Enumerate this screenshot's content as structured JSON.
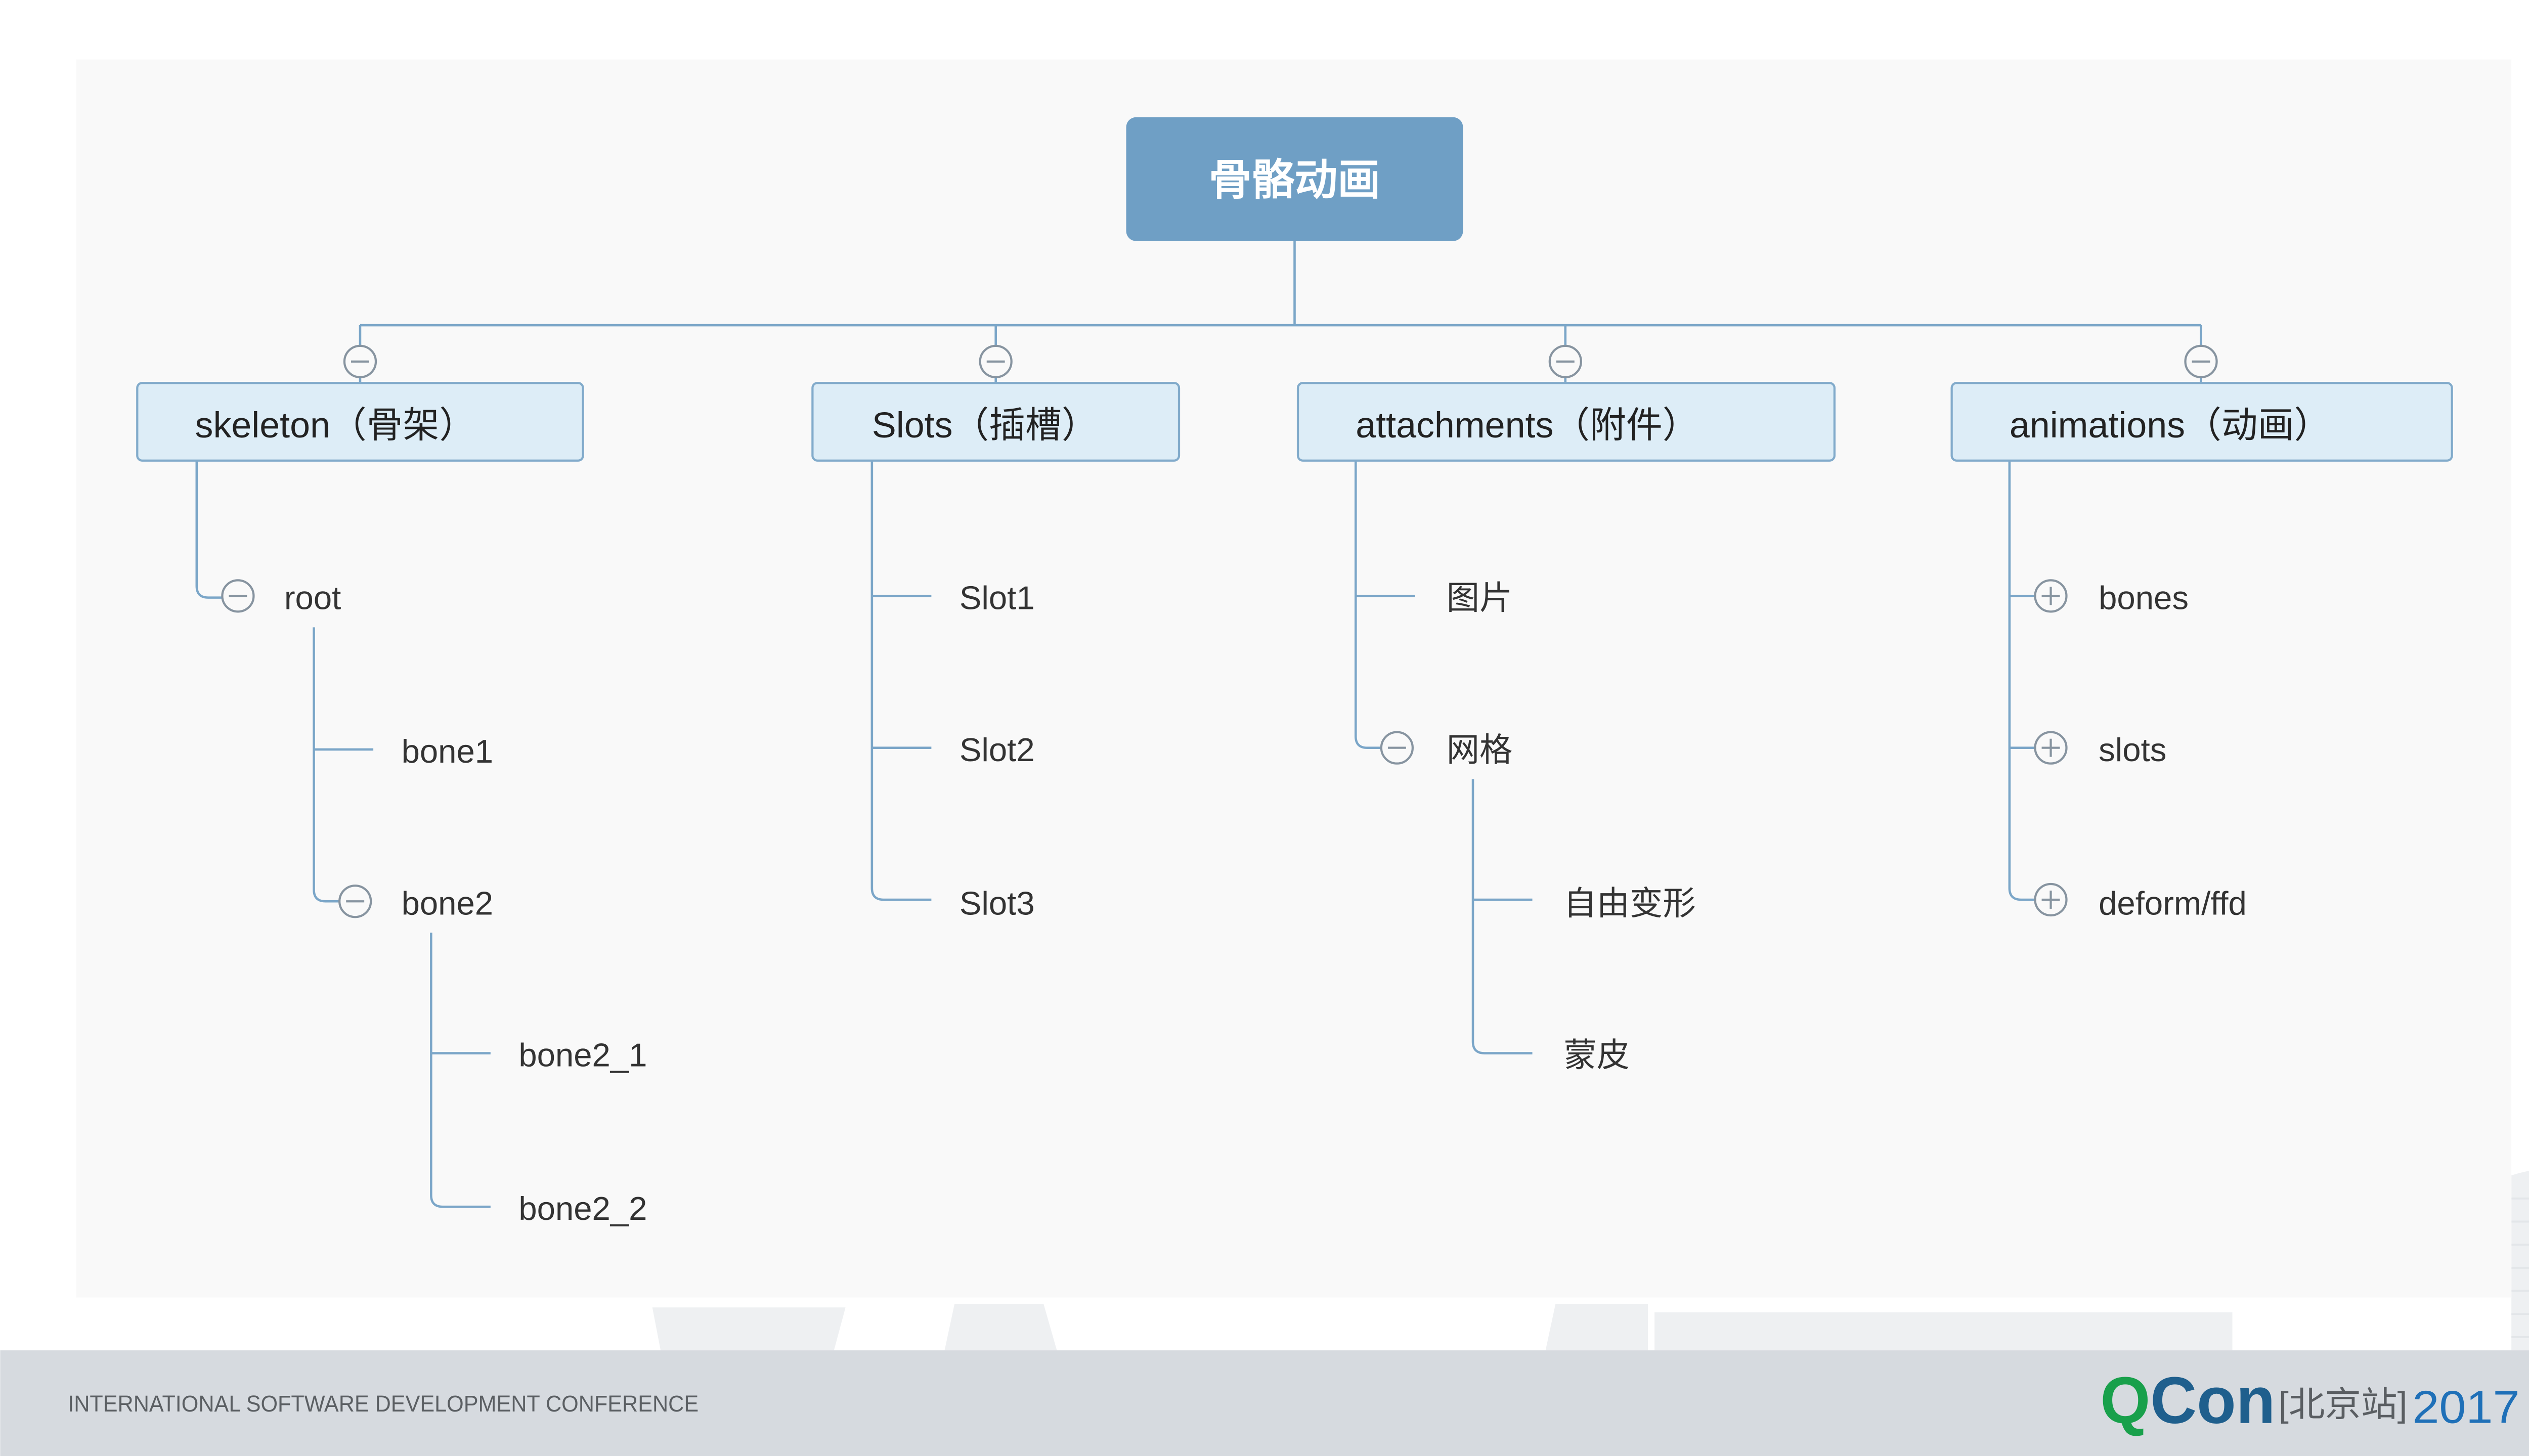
{
  "mindmap": {
    "root": {
      "label": "骨骼动画"
    },
    "branches": [
      {
        "label": "skeleton（骨架）",
        "toggle_icon": "minus-circle-icon",
        "children": [
          {
            "label": "root",
            "toggle_icon": "minus-circle-icon",
            "children": [
              {
                "label": "bone1"
              },
              {
                "label": "bone2",
                "toggle_icon": "minus-circle-icon",
                "children": [
                  {
                    "label": "bone2_1"
                  },
                  {
                    "label": "bone2_2"
                  }
                ]
              }
            ]
          }
        ]
      },
      {
        "label": "Slots（插槽）",
        "toggle_icon": "minus-circle-icon",
        "children": [
          {
            "label": "Slot1"
          },
          {
            "label": "Slot2"
          },
          {
            "label": "Slot3"
          }
        ]
      },
      {
        "label": "attachments（附件）",
        "toggle_icon": "minus-circle-icon",
        "children": [
          {
            "label": "图片"
          },
          {
            "label": "网格",
            "toggle_icon": "minus-circle-icon",
            "children": [
              {
                "label": "自由变形"
              },
              {
                "label": "蒙皮"
              }
            ]
          }
        ]
      },
      {
        "label": "animations（动画）",
        "toggle_icon": "minus-circle-icon",
        "children": [
          {
            "label": "bones",
            "toggle_icon": "plus-circle-icon"
          },
          {
            "label": "slots",
            "toggle_icon": "plus-circle-icon"
          },
          {
            "label": "deform/ffd",
            "toggle_icon": "plus-circle-icon"
          }
        ]
      }
    ]
  },
  "footer": {
    "conference": "INTERNATIONAL SOFTWARE DEVELOPMENT CONFERENCE",
    "logo": {
      "q": "Q",
      "con": "Con",
      "city": "[北京站]",
      "year": "2017"
    }
  },
  "colors": {
    "slide_bg": "#ffffff",
    "panel_bg": "#f9f9f9",
    "root_fill": "#6f9fc5",
    "root_text": "#ffffff",
    "branch_fill": "#ddedf7",
    "branch_border": "#82abcb",
    "connector": "#7ba6c8",
    "toggle": "#8794a0",
    "node_text": "#333333",
    "footer_band": "#d6dadf",
    "footer_text": "#5b5f63",
    "logo_q": "#18a04b",
    "logo_con": "#1f5f8d",
    "logo_city": "#5a5e62",
    "logo_year": "#1f70b8"
  }
}
